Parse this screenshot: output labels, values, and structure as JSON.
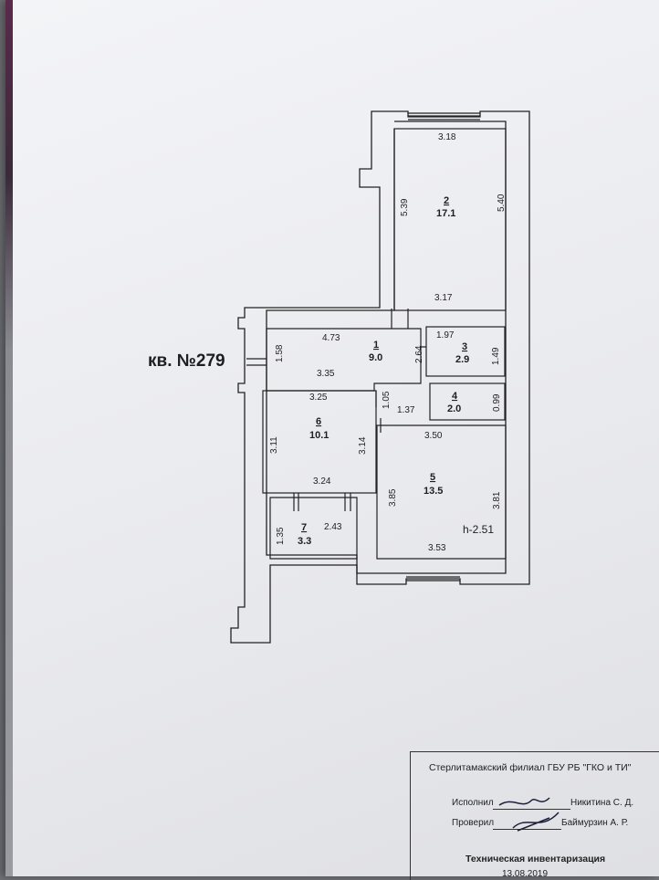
{
  "apartment_label": "кв. №279",
  "rooms": [
    {
      "num": "1",
      "area": "9.0"
    },
    {
      "num": "2",
      "area": "17.1"
    },
    {
      "num": "3",
      "area": "2.9"
    },
    {
      "num": "4",
      "area": "2.0"
    },
    {
      "num": "5",
      "area": "13.5"
    },
    {
      "num": "6",
      "area": "10.1"
    },
    {
      "num": "7",
      "area": "3.3"
    }
  ],
  "dimensions": {
    "d318": "3.18",
    "d539": "5.39",
    "d540": "5.40",
    "d317": "3.17",
    "d473": "4.73",
    "d197": "1.97",
    "d264": "2.64",
    "d149": "1.49",
    "d158": "1.58",
    "d335": "3.35",
    "d325": "3.25",
    "d105": "1.05",
    "d137": "1.37",
    "d099": "0.99",
    "d311": "3.11",
    "d314": "3.14",
    "d350": "3.50",
    "d385": "3.85",
    "d381": "3.81",
    "d324": "3.24",
    "d243": "2.43",
    "d135": "1.35",
    "d353": "3.53"
  },
  "ceiling_height": "h-2.51",
  "stamp": {
    "organization": "Стерлитамакский филиал ГБУ РБ \"ГКО и ТИ\"",
    "executed_label": "Исполнил",
    "executed_name": "Никитина С. Д.",
    "checked_label": "Проверил",
    "checked_name": "Баймурзин А. Р.",
    "title": "Техническая инвентаризация",
    "date": "13.08.2019"
  }
}
